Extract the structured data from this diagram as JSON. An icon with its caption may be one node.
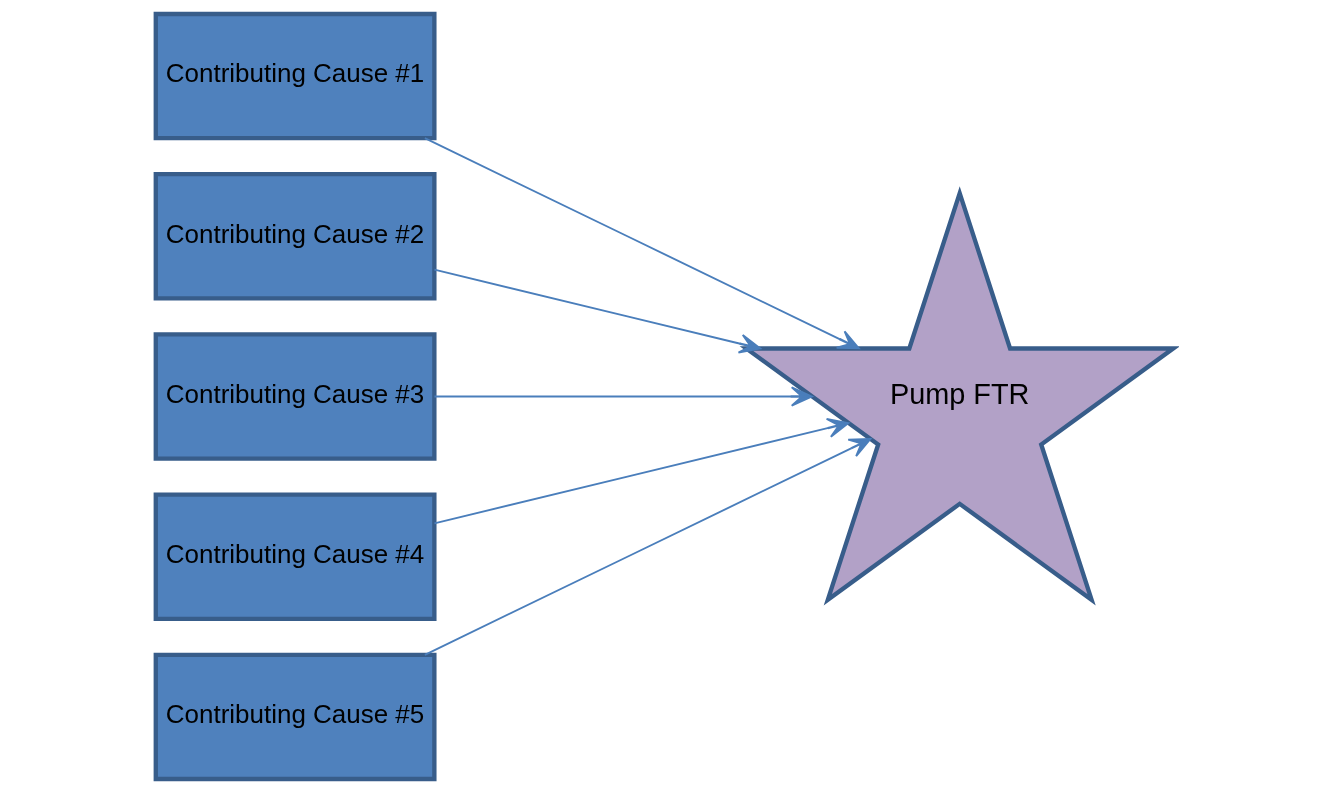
{
  "diagram": {
    "nodes": [
      {
        "text": [
          "Contributing Cause #1"
        ]
      },
      {
        "text": [
          "Contributing Cause #2"
        ]
      },
      {
        "text": [
          "Contributing Cause #3"
        ]
      },
      {
        "text": [
          "Contributing Cause #4"
        ]
      },
      {
        "text": [
          "Contributing Cause #5"
        ]
      },
      {
        "text": [
          "Pump FTR"
        ]
      }
    ],
    "edges": [
      {
        "from": 0,
        "to": 5,
        "arrow": "to"
      },
      {
        "from": 1,
        "to": 5,
        "arrow": "to"
      },
      {
        "from": 2,
        "to": 5,
        "arrow": "to"
      },
      {
        "from": 3,
        "to": 5,
        "arrow": "to"
      },
      {
        "from": 4,
        "to": 5,
        "arrow": "to"
      }
    ]
  }
}
